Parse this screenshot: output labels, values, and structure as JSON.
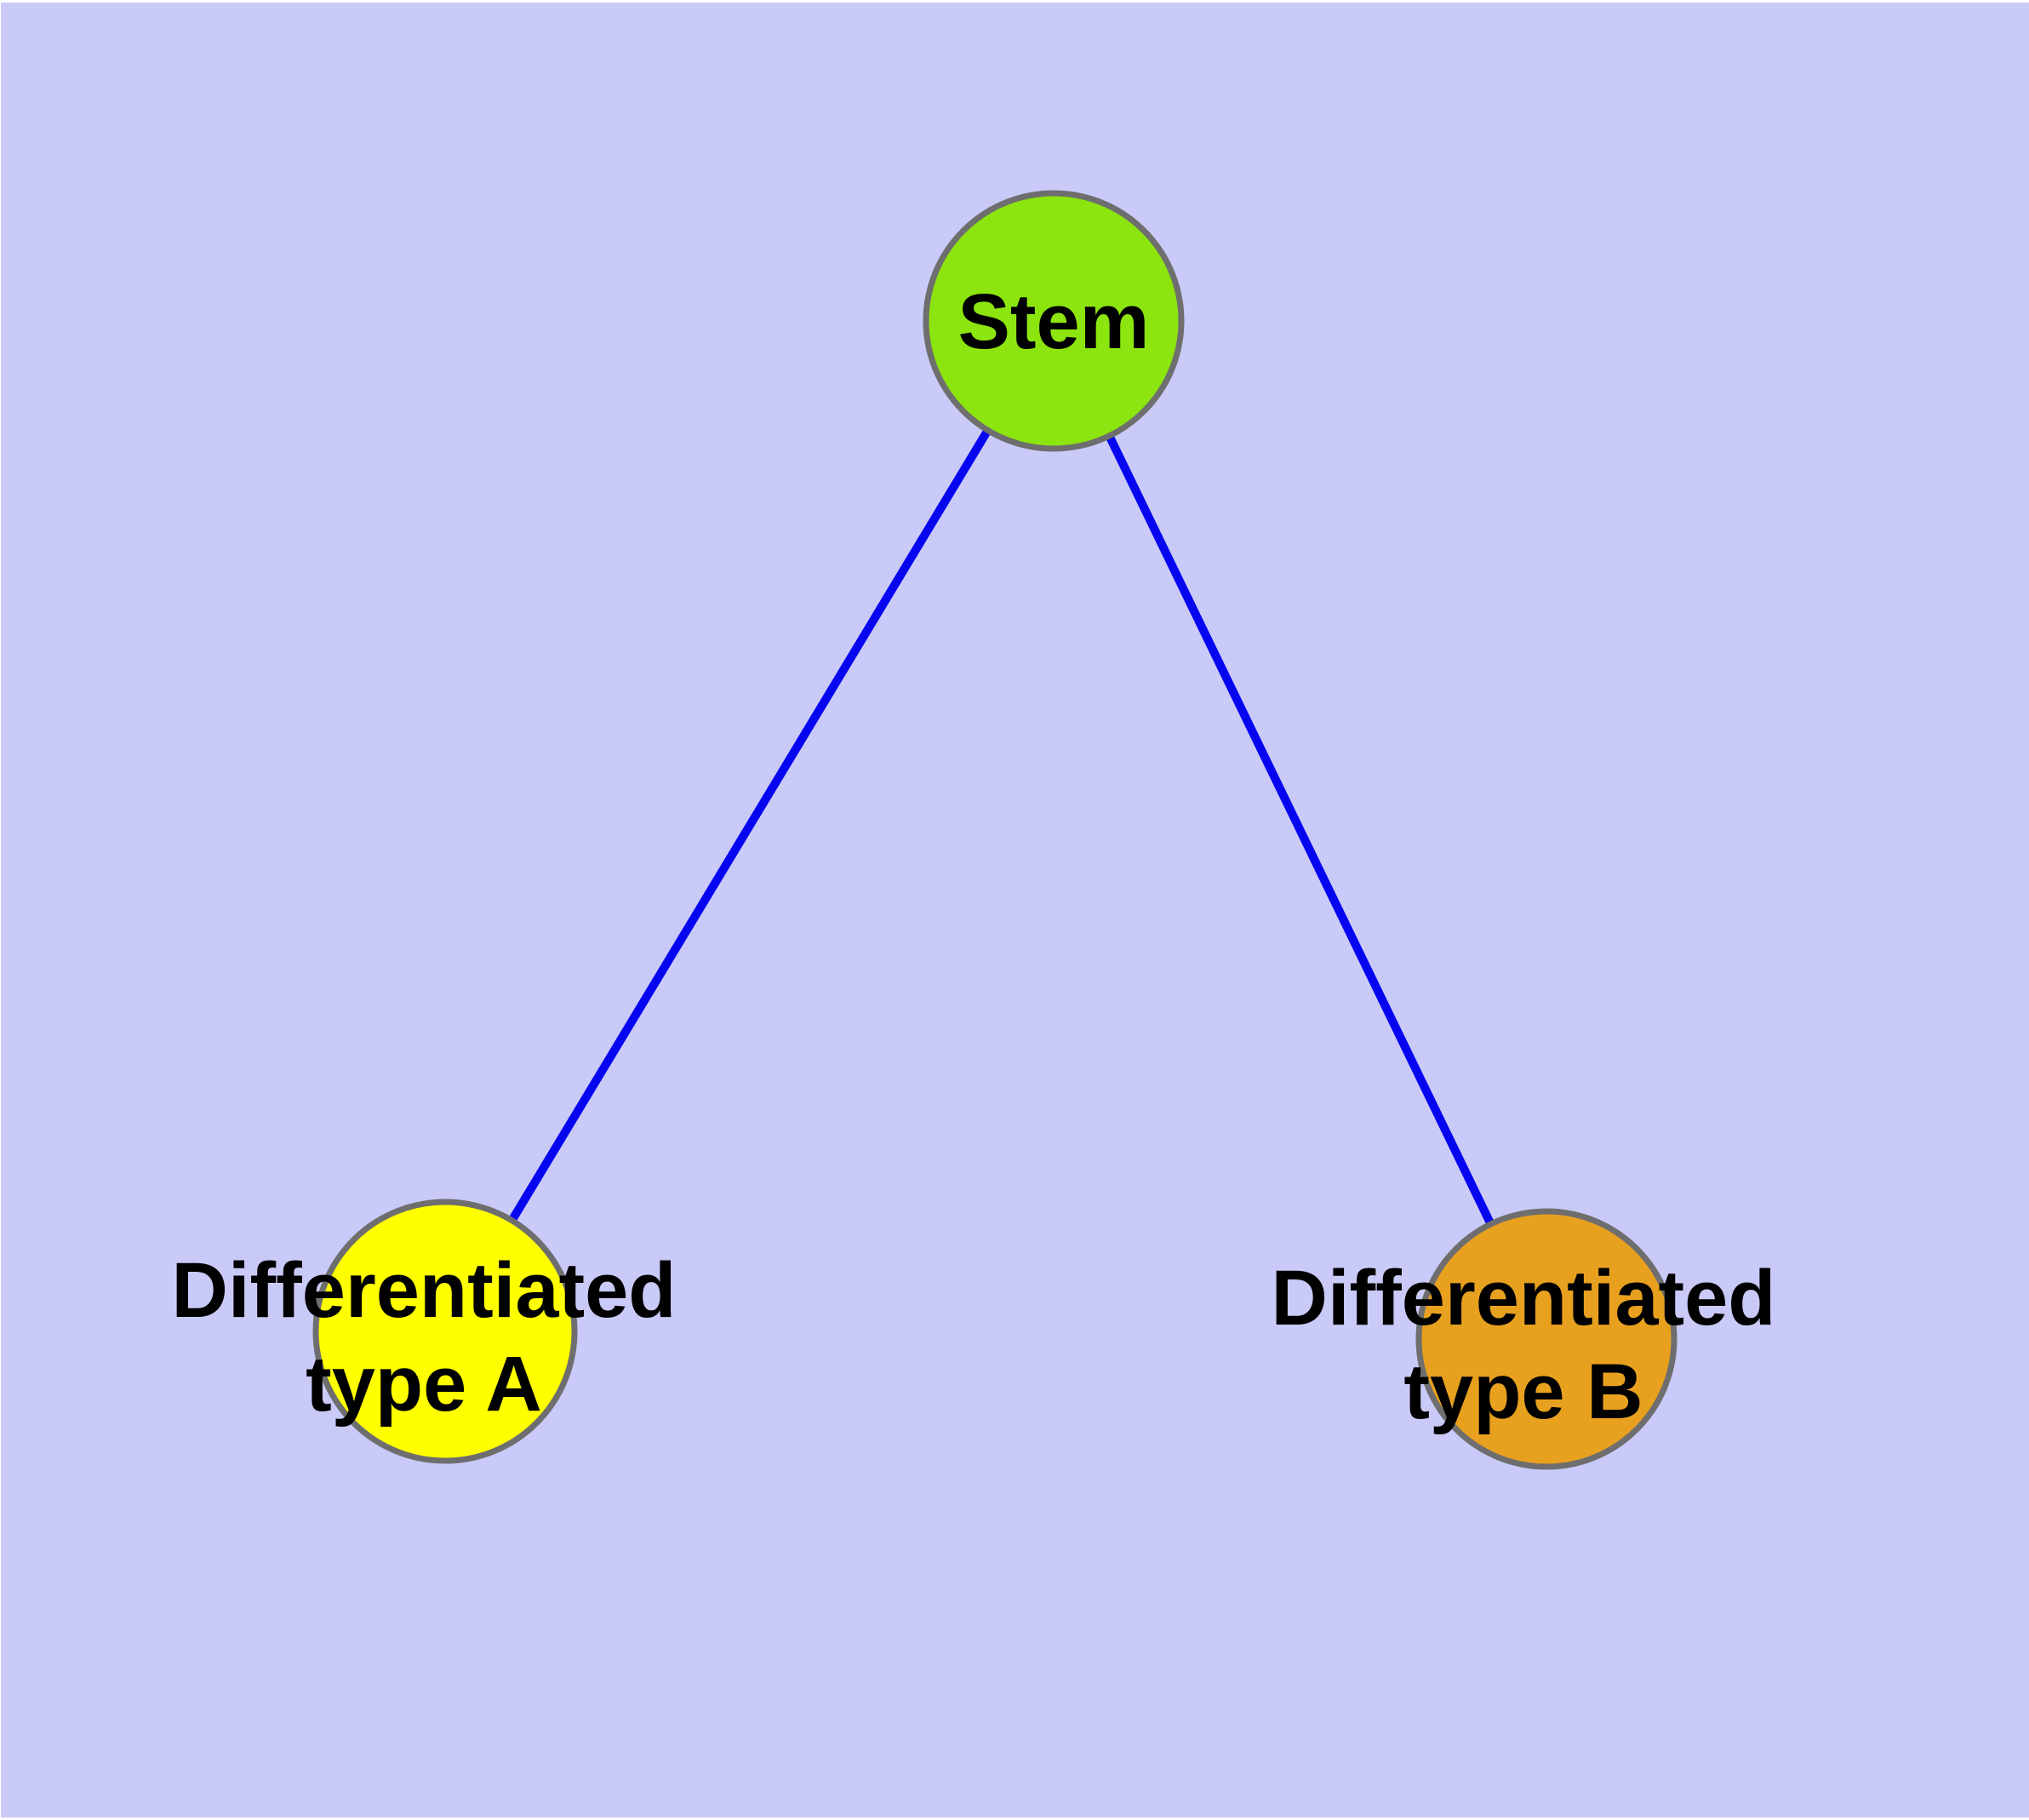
{
  "diagram": {
    "type": "node-link-graph",
    "background_color": "#cacaf8",
    "page_edge_color": "#ffffff",
    "edge_color": "#0505f0",
    "node_border_color": "#6e6e6e",
    "label_color": "#000000",
    "nodes": [
      {
        "id": "stem",
        "label": "Stem",
        "lines": [
          "Stem"
        ],
        "color": "#8ce50e"
      },
      {
        "id": "differentiated-type-a",
        "label": "Differentiated type A",
        "lines": [
          "Differentiated",
          "type A"
        ],
        "color": "#ffff00"
      },
      {
        "id": "differentiated-type-b",
        "label": "Differentiated type B",
        "lines": [
          "Differentiated",
          "type B"
        ],
        "color": "#e8a11f"
      }
    ],
    "edges": [
      {
        "from": "stem",
        "to": "differentiated-type-a"
      },
      {
        "from": "stem",
        "to": "differentiated-type-b"
      }
    ]
  }
}
